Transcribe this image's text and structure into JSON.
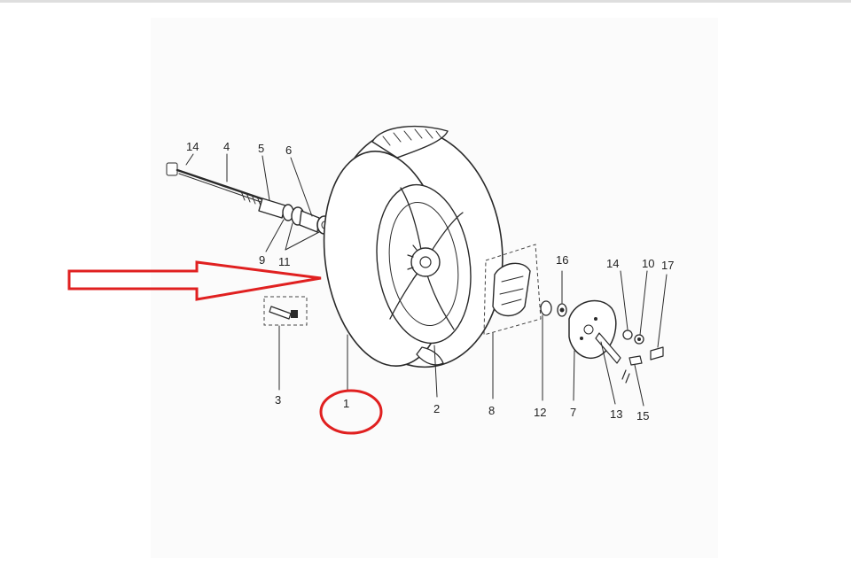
{
  "accent_color": "#e02020",
  "parts": [
    {
      "id": "axle-bolt",
      "label": "14"
    },
    {
      "id": "axle",
      "label": "4"
    },
    {
      "id": "spacer",
      "label": "5"
    },
    {
      "id": "bearing",
      "label": "6"
    },
    {
      "id": "washer",
      "label": "9"
    },
    {
      "id": "bearings-pair",
      "label": "11"
    },
    {
      "id": "valve",
      "label": "3"
    },
    {
      "id": "tire",
      "label": "1"
    },
    {
      "id": "rim",
      "label": "2"
    },
    {
      "id": "brake-shoes",
      "label": "8"
    },
    {
      "id": "spacer-small",
      "label": "12"
    },
    {
      "id": "seal",
      "label": "16"
    },
    {
      "id": "brake-plate",
      "label": "7"
    },
    {
      "id": "cam-lever",
      "label": "13"
    },
    {
      "id": "washer-right",
      "label": "14"
    },
    {
      "id": "nut",
      "label": "10"
    },
    {
      "id": "bolt-right",
      "label": "17"
    },
    {
      "id": "clip",
      "label": "15"
    }
  ],
  "annotations": {
    "arrow_target": "tire",
    "circled_label": "1"
  }
}
